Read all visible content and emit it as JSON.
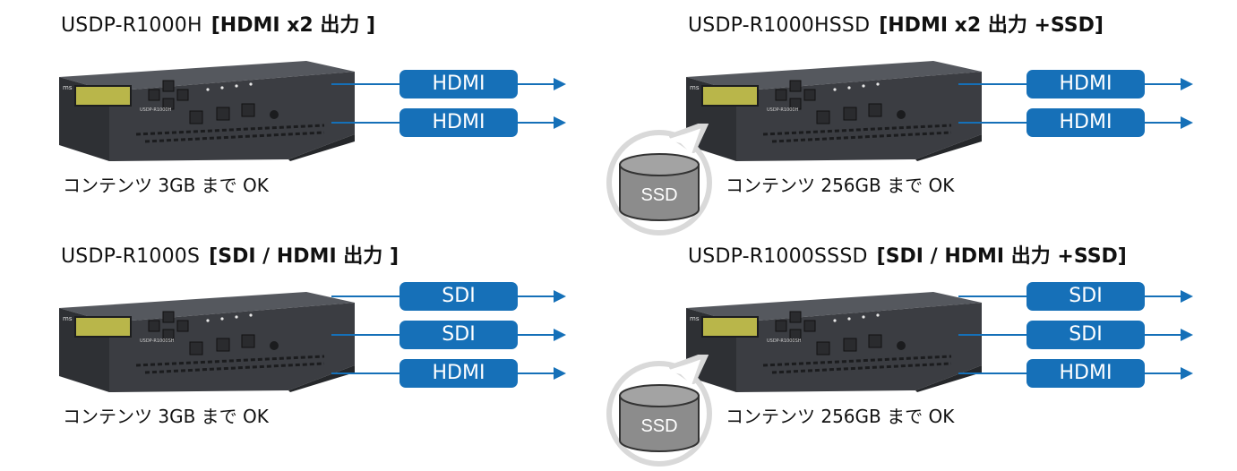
{
  "panels": [
    {
      "model": "USDP-R1000H",
      "spec": "[HDMI x2 出力 ]",
      "device_label": "USDP-R1000H",
      "outputs": [
        "HDMI",
        "HDMI"
      ],
      "caption": "コンテンツ 3GB まで OK",
      "has_ssd": false
    },
    {
      "model": "USDP-R1000HSSD",
      "spec": "[HDMI x2 出力 +SSD]",
      "device_label": "USDP-R1000H",
      "outputs": [
        "HDMI",
        "HDMI"
      ],
      "caption": "コンテンツ 256GB まで OK",
      "has_ssd": true,
      "ssd_label": "SSD"
    },
    {
      "model": "USDP-R1000S",
      "spec": "[SDI / HDMI 出力 ]",
      "device_label": "USDP-R1000SH",
      "outputs": [
        "SDI",
        "SDI",
        "HDMI"
      ],
      "caption": "コンテンツ 3GB まで OK",
      "has_ssd": false
    },
    {
      "model": "USDP-R1000SSSD",
      "spec": "[SDI / HDMI 出力 +SSD]",
      "device_label": "USDP-R1000SH",
      "outputs": [
        "SDI",
        "SDI",
        "HDMI"
      ],
      "caption": "コンテンツ 256GB まで OK",
      "has_ssd": true,
      "ssd_label": "SSD"
    }
  ],
  "colors": {
    "accent_blue": "#1670b8",
    "device_body": "#3b3d42",
    "lcd": "#b9b64a",
    "ssd_bubble": "#d9d9d9",
    "ssd_drum": "#8c8c8c"
  }
}
